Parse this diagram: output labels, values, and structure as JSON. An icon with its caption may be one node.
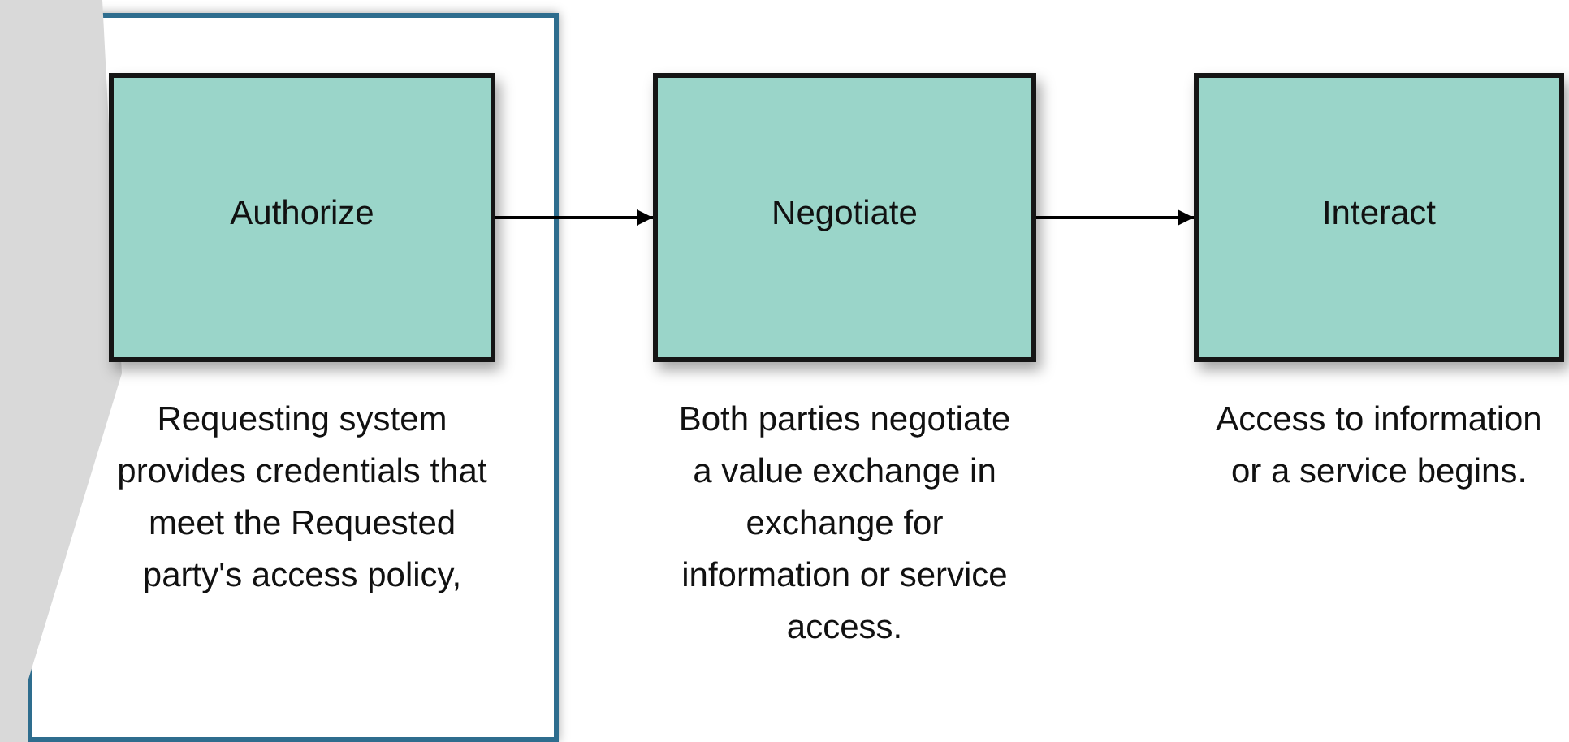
{
  "diagram": {
    "nodes": [
      {
        "text": [
          "Authorize"
        ],
        "beside": [
          "Requesting system provides credentials that meet the Requested party's access policy,"
        ]
      },
      {
        "text": [
          "Negotiate"
        ],
        "beside": [
          "Both parties negotiate a value exchange in exchange for information or service access."
        ]
      },
      {
        "text": [
          "Interact"
        ],
        "beside": [
          "Access to information or a service begins."
        ]
      }
    ],
    "edges": [
      {
        "from": 0,
        "to": 1,
        "arrow": "to"
      },
      {
        "from": 1,
        "to": 2,
        "arrow": "to"
      }
    ]
  }
}
